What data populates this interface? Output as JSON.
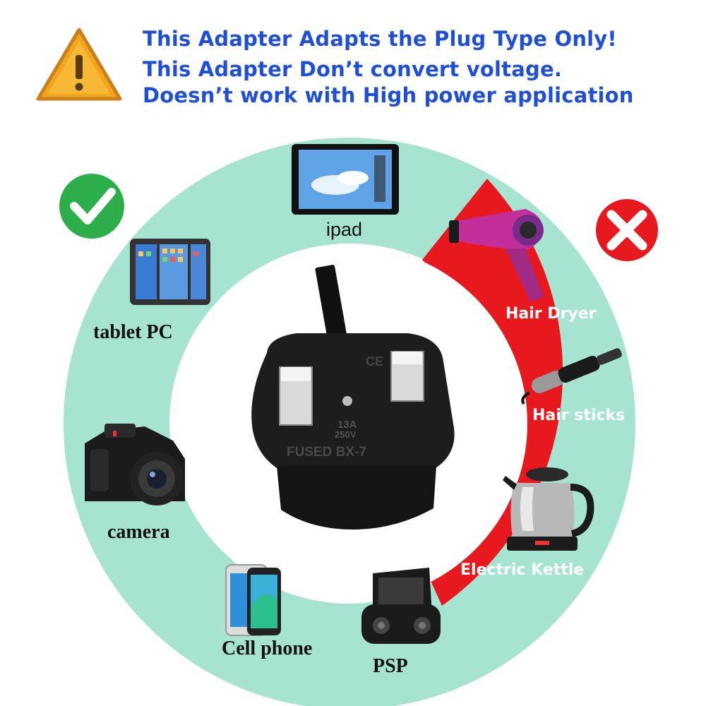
{
  "warnings": [
    "This Adapter Adapts the Plug Type Only!",
    "This Adapter Don’t convert voltage.",
    "Doesn’t work with High power application"
  ],
  "compatible_devices": {
    "ipad": "ipad",
    "tablet": "tablet PC",
    "camera": "camera",
    "phone": "Cell phone",
    "psp": "PSP"
  },
  "incompatible_devices": {
    "dryer": "Hair Dryer",
    "sticks": "Hair sticks",
    "kettle": "Electric Kettle"
  },
  "plug_markings": {
    "fuse_rating": "13A",
    "voltage": "250V",
    "model": "FUSED BX-7",
    "cert": "CE"
  },
  "status_icons": {
    "ok": "checkmark-icon",
    "no": "cross-icon",
    "warning": "warning-triangle-icon"
  },
  "colors": {
    "title_blue": "#1e4fd6",
    "compatible_ring": "#a6e3d0",
    "incompatible_ring": "#e8191e",
    "ok_green": "#2cae4a",
    "warning_orange": "#f3a51d"
  }
}
